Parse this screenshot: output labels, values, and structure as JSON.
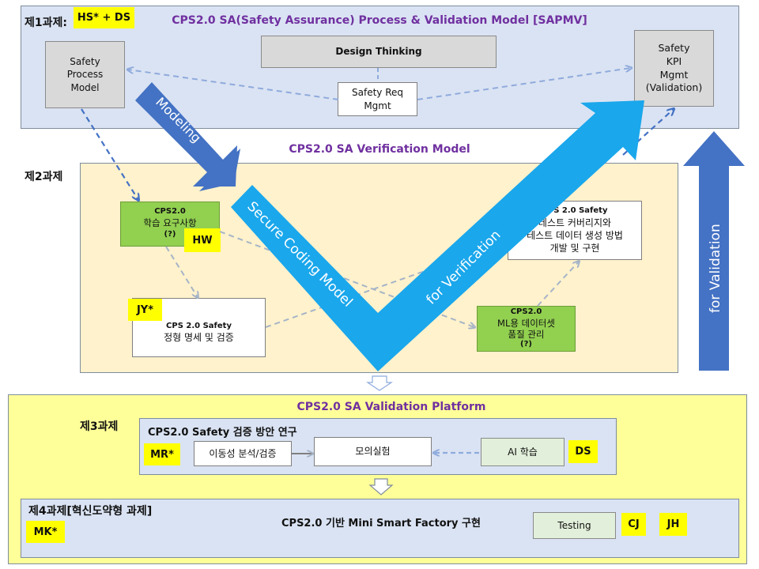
{
  "section1": {
    "label": "제1과제:",
    "tag": "HS* + DS",
    "title": "CPS2.0 SA(Safety Assurance) Process & Validation Model [SAPMV]",
    "safety_process_model": [
      "Safety",
      "Process",
      "Model"
    ],
    "design_thinking": "Design Thinking",
    "safety_req_mgmt": [
      "Safety Req",
      "Mgmt"
    ],
    "safety_kpi_mgmt": [
      "Safety",
      "KPI",
      "Mgmt",
      "(Validation)"
    ]
  },
  "section2": {
    "label": "제2과제",
    "title": "CPS2.0 SA Verification Model",
    "req_box": {
      "title": "CPS2.0",
      "line1": "학습 요구사항",
      "line2": "(?)"
    },
    "hw_tag": "HW",
    "jy_tag": "JY*",
    "formal_box": {
      "title": "CPS 2.0 Safety",
      "line1": "정형 명세 및 검증"
    },
    "test_box": {
      "title": "CPS 2.0 Safety",
      "line1": "테스트 커버리지와",
      "line2": "테스트 데이터 생성 방법",
      "line3": "개발 및 구현"
    },
    "ml_box": {
      "title": "CPS2.0",
      "line1": "ML용 데이터셋",
      "line2": "품질 관리",
      "line3": "(?)"
    }
  },
  "arrows": {
    "modeling": "Modeling",
    "secure_coding": "Secure Coding Model",
    "for_verification": "for   Verification",
    "for_validation": "for Validation"
  },
  "section3": {
    "title": "CPS2.0 SA Validation Platform",
    "label": "제3과제",
    "inner_title": "CPS2.0 Safety 검증 방안 연구",
    "mr_tag": "MR*",
    "mobility": "이동성 분석/검증",
    "simulation": "모의실험",
    "ai_learning": "AI 학습",
    "ds_tag": "DS"
  },
  "section4": {
    "label": "제4과제[혁신도약형 과제]",
    "mk_tag": "MK*",
    "title": "CPS2.0 기반 Mini Smart Factory 구현",
    "testing": "Testing",
    "cj_tag": "CJ",
    "jh_tag": "JH"
  }
}
